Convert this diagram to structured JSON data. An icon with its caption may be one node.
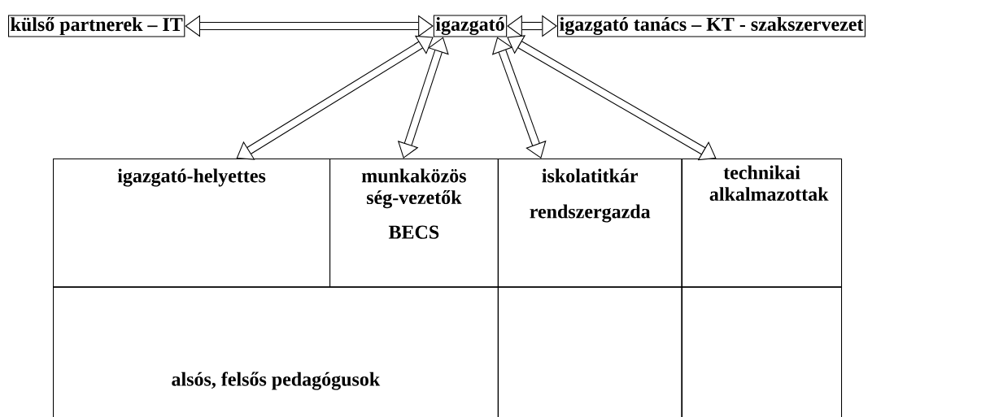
{
  "diagram": {
    "nodes": [
      {
        "text": [
          "külső partnerek – IT"
        ]
      },
      {
        "text": [
          "igazgató"
        ]
      },
      {
        "text": [
          "igazgató tanács – KT - szakszervezet"
        ]
      },
      {
        "text": [
          "igazgató-helyettes"
        ]
      },
      {
        "text": [
          "munkaközös ség-vezetők",
          "BECS"
        ]
      },
      {
        "text": [
          "iskolatitkár",
          "rendszergazda"
        ]
      },
      {
        "text": [
          "technikai alkalmazottak"
        ]
      },
      {
        "text": [
          "alsós, felsős pedagógusok"
        ]
      },
      {
        "text": [],
        "shape": "box"
      },
      {
        "text": [],
        "shape": "box"
      }
    ],
    "edges": [
      {
        "from": 0,
        "to": 1,
        "arrow": "both"
      },
      {
        "from": 1,
        "to": 2,
        "arrow": "both"
      },
      {
        "from": 1,
        "to": 3,
        "arrow": "both"
      },
      {
        "from": 1,
        "to": 4,
        "arrow": "both"
      },
      {
        "from": 1,
        "to": 5,
        "arrow": "both"
      },
      {
        "from": 1,
        "to": 6,
        "arrow": "both"
      }
    ]
  }
}
